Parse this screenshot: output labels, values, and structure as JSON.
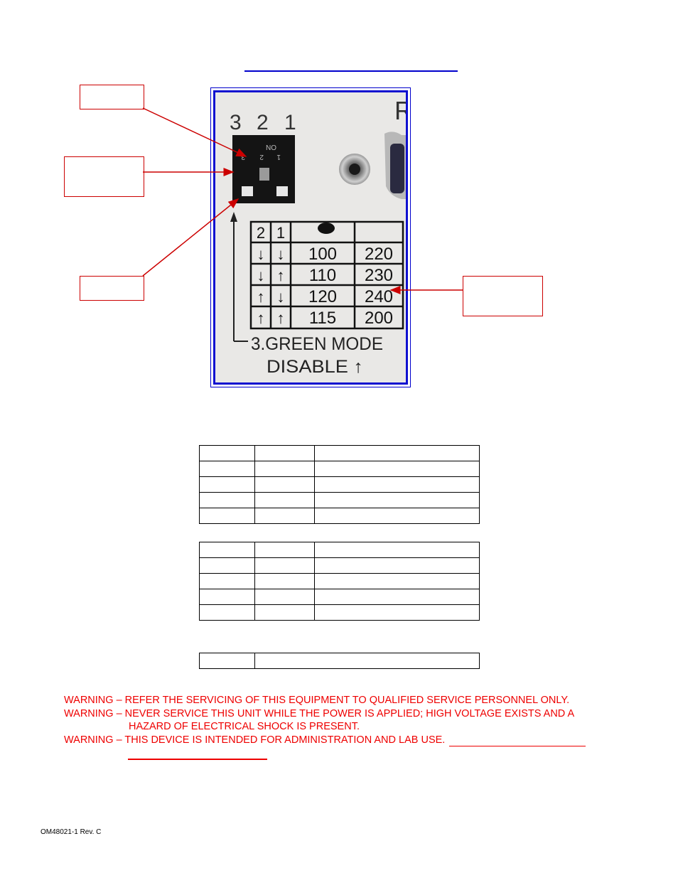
{
  "photo": {
    "switch_numbers": [
      "3",
      "2",
      "1"
    ],
    "switch_on_label": "ON",
    "table_header": [
      "2",
      "1",
      "",
      ""
    ],
    "table_rows": [
      [
        "↓",
        "↓",
        "100",
        "220"
      ],
      [
        "↓",
        "↑",
        "110",
        "230"
      ],
      [
        "↑",
        "↓",
        "120",
        "240"
      ],
      [
        "↑",
        "↑",
        "115",
        "200"
      ]
    ],
    "green_mode_line1": "3.GREEN MODE",
    "green_mode_line2": "DISABLE ↑",
    "edge_letter": "R"
  },
  "warnings": {
    "line1": "WARNING – REFER THE SERVICING OF THIS EQUIPMENT TO QUALIFIED SERVICE PERSONNEL ONLY.",
    "line2": "WARNING – NEVER SERVICE THIS UNIT WHILE THE POWER IS APPLIED; HIGH VOLTAGE EXISTS AND A",
    "line2_cont": "HAZARD OF ELECTRICAL SHOCK IS PRESENT.",
    "line3": "WARNING – THIS DEVICE IS INTENDED FOR ADMINISTRATION AND LAB USE."
  },
  "footer": "OM48021-1 Rev. C",
  "colors": {
    "warning_red": "#ee0000",
    "link_blue": "#0000cc",
    "frame_blue": "#1010d0"
  }
}
